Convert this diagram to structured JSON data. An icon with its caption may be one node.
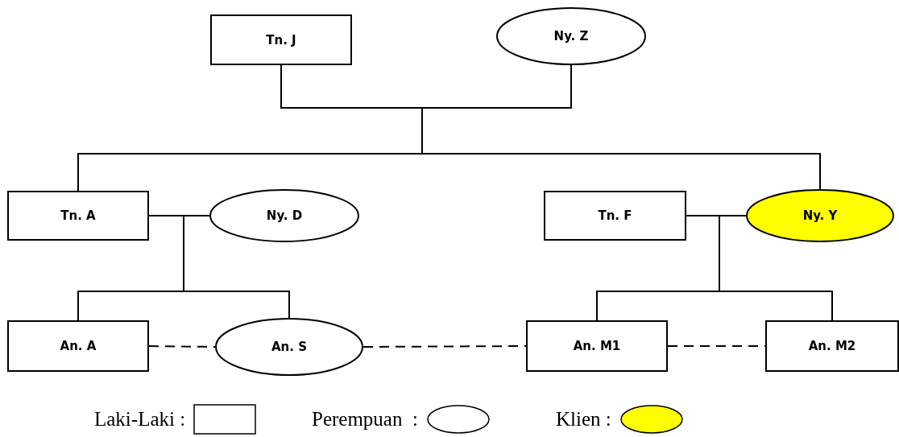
{
  "diagram": {
    "nodes": [
      {
        "text": [
          "Tn. J"
        ]
      },
      {
        "text": [
          "Ny. Z"
        ]
      },
      {
        "text": [
          "Tn. A"
        ]
      },
      {
        "text": [
          "Ny. D"
        ]
      },
      {
        "text": [
          "Tn. F"
        ]
      },
      {
        "text": [
          "Ny. Y"
        ]
      },
      {
        "text": [
          "An. A"
        ]
      },
      {
        "text": [
          "An. S"
        ]
      },
      {
        "text": [
          "An. M1"
        ]
      },
      {
        "text": [
          "An. M2"
        ]
      }
    ],
    "edges": [
      {
        "from": 0,
        "to": 1,
        "arrow": "none"
      },
      {
        "from": 0,
        "to": 2,
        "arrow": "none"
      },
      {
        "from": 1,
        "to": 2,
        "arrow": "none"
      },
      {
        "from": 0,
        "to": 5,
        "arrow": "none"
      },
      {
        "from": 1,
        "to": 5,
        "arrow": "none"
      },
      {
        "from": 2,
        "to": 3,
        "arrow": "none"
      },
      {
        "from": 2,
        "to": 6,
        "arrow": "none"
      },
      {
        "from": 3,
        "to": 6,
        "arrow": "none"
      },
      {
        "from": 2,
        "to": 7,
        "arrow": "none"
      },
      {
        "from": 3,
        "to": 7,
        "arrow": "none"
      },
      {
        "from": 4,
        "to": 5,
        "arrow": "none"
      },
      {
        "from": 4,
        "to": 8,
        "arrow": "none"
      },
      {
        "from": 5,
        "to": 8,
        "arrow": "none"
      },
      {
        "from": 4,
        "to": 9,
        "arrow": "none"
      },
      {
        "from": 5,
        "to": 9,
        "arrow": "none"
      },
      {
        "from": 6,
        "to": 7,
        "arrow": "none",
        "style": "dashed"
      },
      {
        "from": 7,
        "to": 8,
        "arrow": "none",
        "style": "dashed"
      },
      {
        "from": 8,
        "to": 9,
        "arrow": "none",
        "style": "dashed"
      }
    ],
    "legend": [
      {
        "text": "Laki-Laki :"
      },
      {
        "text": "Perempuan  :"
      },
      {
        "text": "Klien :",
        "color": "#ffff00"
      }
    ]
  }
}
